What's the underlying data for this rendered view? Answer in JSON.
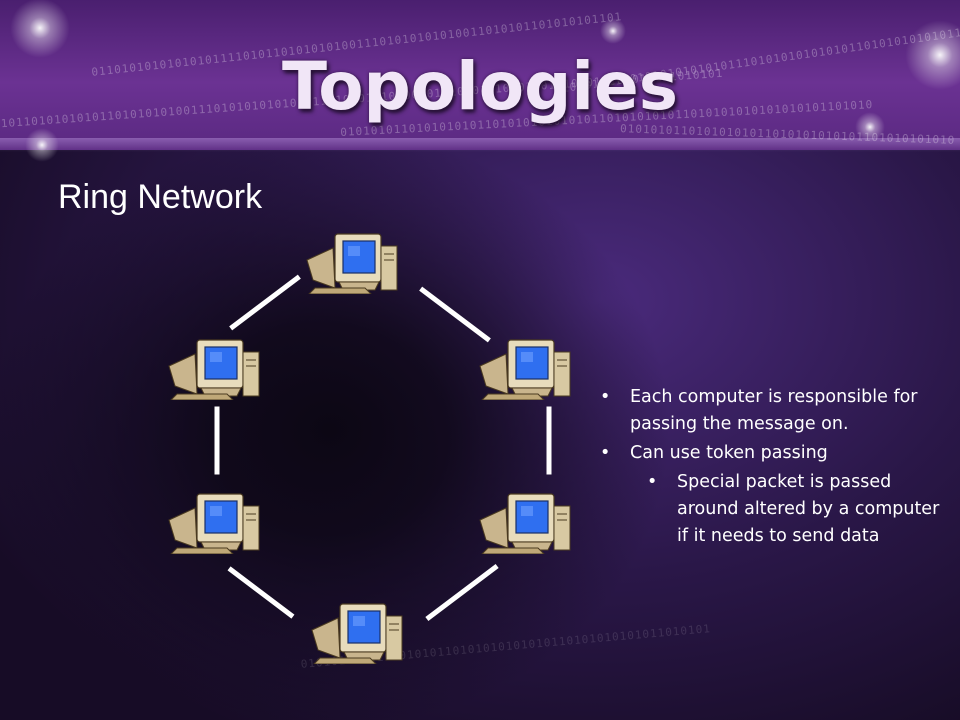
{
  "slide": {
    "title": "Topologies",
    "subtitle": "Ring Network",
    "colors": {
      "banner": "#6b3293",
      "background": "#2a1748",
      "text": "#ffffff",
      "screen": "#2f6ff0"
    },
    "bullets": [
      {
        "text": "Each computer is responsible for passing the message on.",
        "level": 1
      },
      {
        "text": "Can use token passing",
        "level": 1
      },
      {
        "text": "Special packet is passed around altered by a computer if it needs to send data",
        "level": 2
      }
    ],
    "bullet_glyph": "•",
    "ring_nodes": [
      {
        "icon": "computer-icon"
      },
      {
        "icon": "computer-icon"
      },
      {
        "icon": "computer-icon"
      },
      {
        "icon": "computer-icon"
      },
      {
        "icon": "computer-icon"
      },
      {
        "icon": "computer-icon"
      }
    ]
  }
}
